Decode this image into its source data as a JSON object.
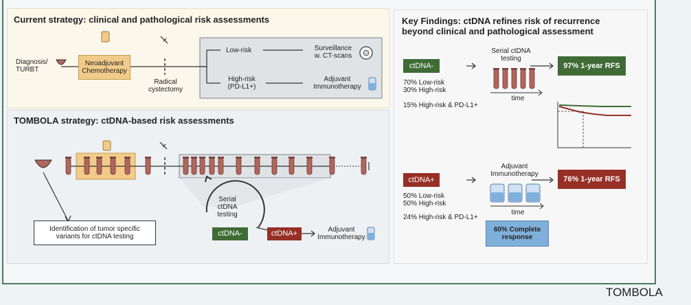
{
  "panel_current": {
    "title": "Current strategy: clinical and pathological risk assessments",
    "diagnosis": "Diagnosis/\nTURBT",
    "neoadjuvant": "Neoadjuvant\nChemotherapy",
    "cystectomy": "Radical\ncystectomy",
    "low_risk": "Low-risk",
    "high_risk": "High-risk\n(PD-L1+)",
    "surveillance": "Surveillance\nw. CT-scans",
    "adjuvant": "Adjuvant\nImmunotherapy"
  },
  "panel_tombola": {
    "title": "TOMBOLA strategy: ctDNA-based risk assessments",
    "serial": "Serial\nctDNA\ntesting",
    "identification": "Identification of tumor specific\nvariants for ctDNA testing",
    "ctdna_neg": "ctDNA-",
    "ctdna_pos": "ctDNA+",
    "adjuvant": "Adjuvant\nImmunotherapy"
  },
  "panel_findings": {
    "title": "Key Findings: ctDNA refines risk of recurrence\nbeyond clinical and pathological assessment",
    "neg": {
      "label": "ctDNA-",
      "stats": "70% Low-risk\n30% High-risk",
      "stat2": "15% High-risk & PD-L1+",
      "process": "Serial ctDNA\ntesting",
      "time": "time",
      "result": "97% 1-year RFS"
    },
    "pos": {
      "label": "ctDNA+",
      "stats": "50% Low-risk\n50% High-risk",
      "stat2": "24% High-risk & PD-L1+",
      "process": "Adjuvant\nImmunotherapy",
      "time": "time",
      "result": "76% 1-year RFS",
      "response": "60% Complete\nresponse"
    }
  },
  "footer": "TOMBOLA",
  "colors": {
    "green": "#3f6b35",
    "red": "#962f26",
    "orange": "#f2cb8a",
    "blue": "#7fb0dc",
    "grey": "#dfe3e6",
    "tube": "#b0665c"
  }
}
